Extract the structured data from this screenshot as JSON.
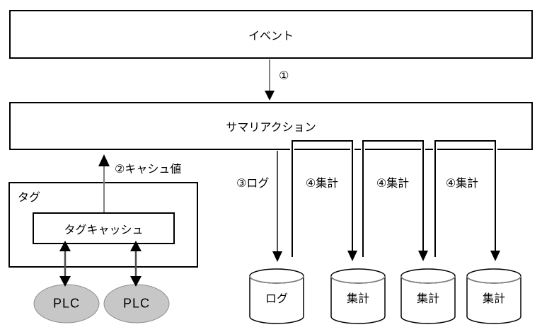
{
  "nodes": {
    "event": "イベント",
    "summary_action": "サマリアクション",
    "tag_group": "タグ",
    "tag_cache": "タグキャッシュ"
  },
  "flow_labels": {
    "step1": "①",
    "step2": "②キャシュ値",
    "step3": "③ログ",
    "step4_list": [
      "④集計",
      "④集計",
      "④集計"
    ]
  },
  "plc_nodes": [
    {
      "label": "PLC"
    },
    {
      "label": "PLC"
    }
  ],
  "databases": [
    {
      "label": "ログ"
    },
    {
      "label": "集計"
    },
    {
      "label": "集計"
    },
    {
      "label": "集計"
    }
  ],
  "colors": {
    "line_black": "#000000",
    "shaft_gray_light": "#808080",
    "shaft_gray_dark": "#4d4d4d",
    "plc_fill": "#c7c7c7",
    "plc_border": "#8f8f8f",
    "cylinder_inner_arc": "#808080"
  }
}
